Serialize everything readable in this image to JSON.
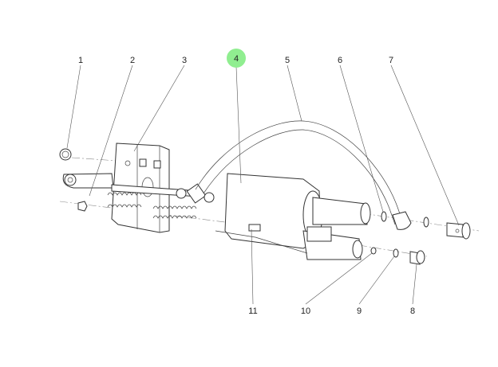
{
  "diagram": {
    "callouts": [
      {
        "id": "1",
        "label": "1",
        "highlighted": false
      },
      {
        "id": "2",
        "label": "2",
        "highlighted": false
      },
      {
        "id": "3",
        "label": "3",
        "highlighted": false
      },
      {
        "id": "4",
        "label": "4",
        "highlighted": true
      },
      {
        "id": "5",
        "label": "5",
        "highlighted": false
      },
      {
        "id": "6",
        "label": "6",
        "highlighted": false
      },
      {
        "id": "7",
        "label": "7",
        "highlighted": false
      },
      {
        "id": "11",
        "label": "11",
        "highlighted": false
      },
      {
        "id": "10",
        "label": "10",
        "highlighted": false
      },
      {
        "id": "9",
        "label": "9",
        "highlighted": false
      },
      {
        "id": "8",
        "label": "8",
        "highlighted": false
      }
    ],
    "highlight_color": "#90ee90"
  }
}
